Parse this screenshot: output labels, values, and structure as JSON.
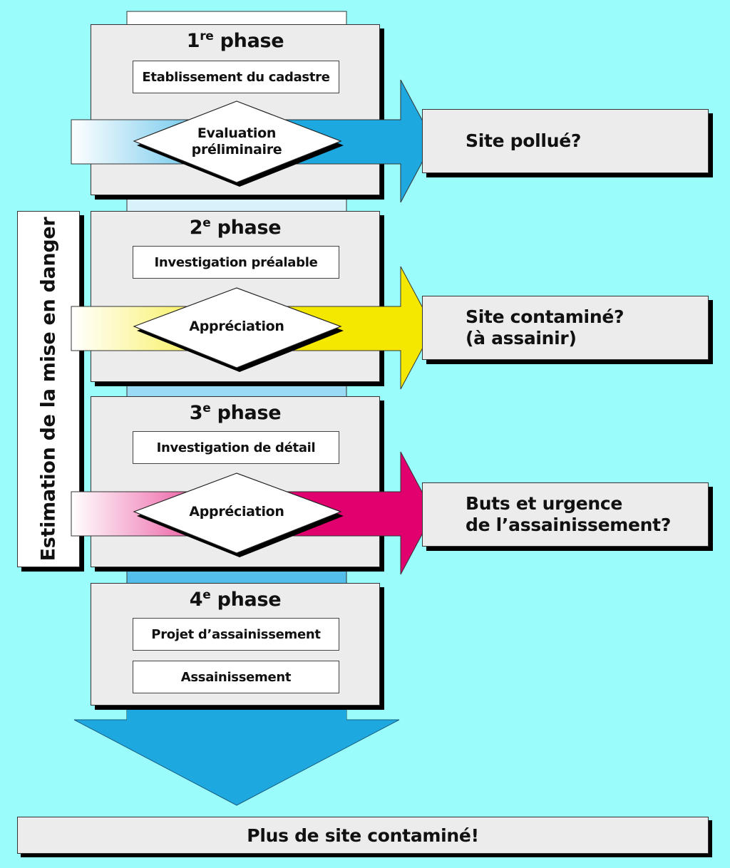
{
  "diagram": {
    "side_label": "Estimation de la mise en danger",
    "phases": [
      {
        "number": "1",
        "ordinal_suffix": "re",
        "word": "phase",
        "steps": [
          "Etablissement du cadastre"
        ],
        "decision": [
          "Evaluation",
          "préliminaire"
        ],
        "arrow_color": "#1ea8e0",
        "outcome": [
          "Site pollué?"
        ]
      },
      {
        "number": "2",
        "ordinal_suffix": "e",
        "word": "phase",
        "steps": [
          "Investigation préalable"
        ],
        "decision": [
          "Appréciation"
        ],
        "arrow_color": "#f5e800",
        "outcome": [
          "Site contaminé?",
          "(à assainir)"
        ]
      },
      {
        "number": "3",
        "ordinal_suffix": "e",
        "word": "phase",
        "steps": [
          "Investigation de détail"
        ],
        "decision": [
          "Appréciation"
        ],
        "arrow_color": "#e0006e",
        "outcome": [
          "Buts et urgence",
          "de l’assainissement?"
        ]
      },
      {
        "number": "4",
        "ordinal_suffix": "e",
        "word": "phase",
        "steps": [
          "Projet d’assainissement",
          "Assainissement"
        ]
      }
    ],
    "final_result": "Plus de site contaminé!",
    "colors": {
      "background": "#9bfcfc",
      "box_fill": "#ececec",
      "main_flow_blue": "#1ea8e0"
    }
  }
}
